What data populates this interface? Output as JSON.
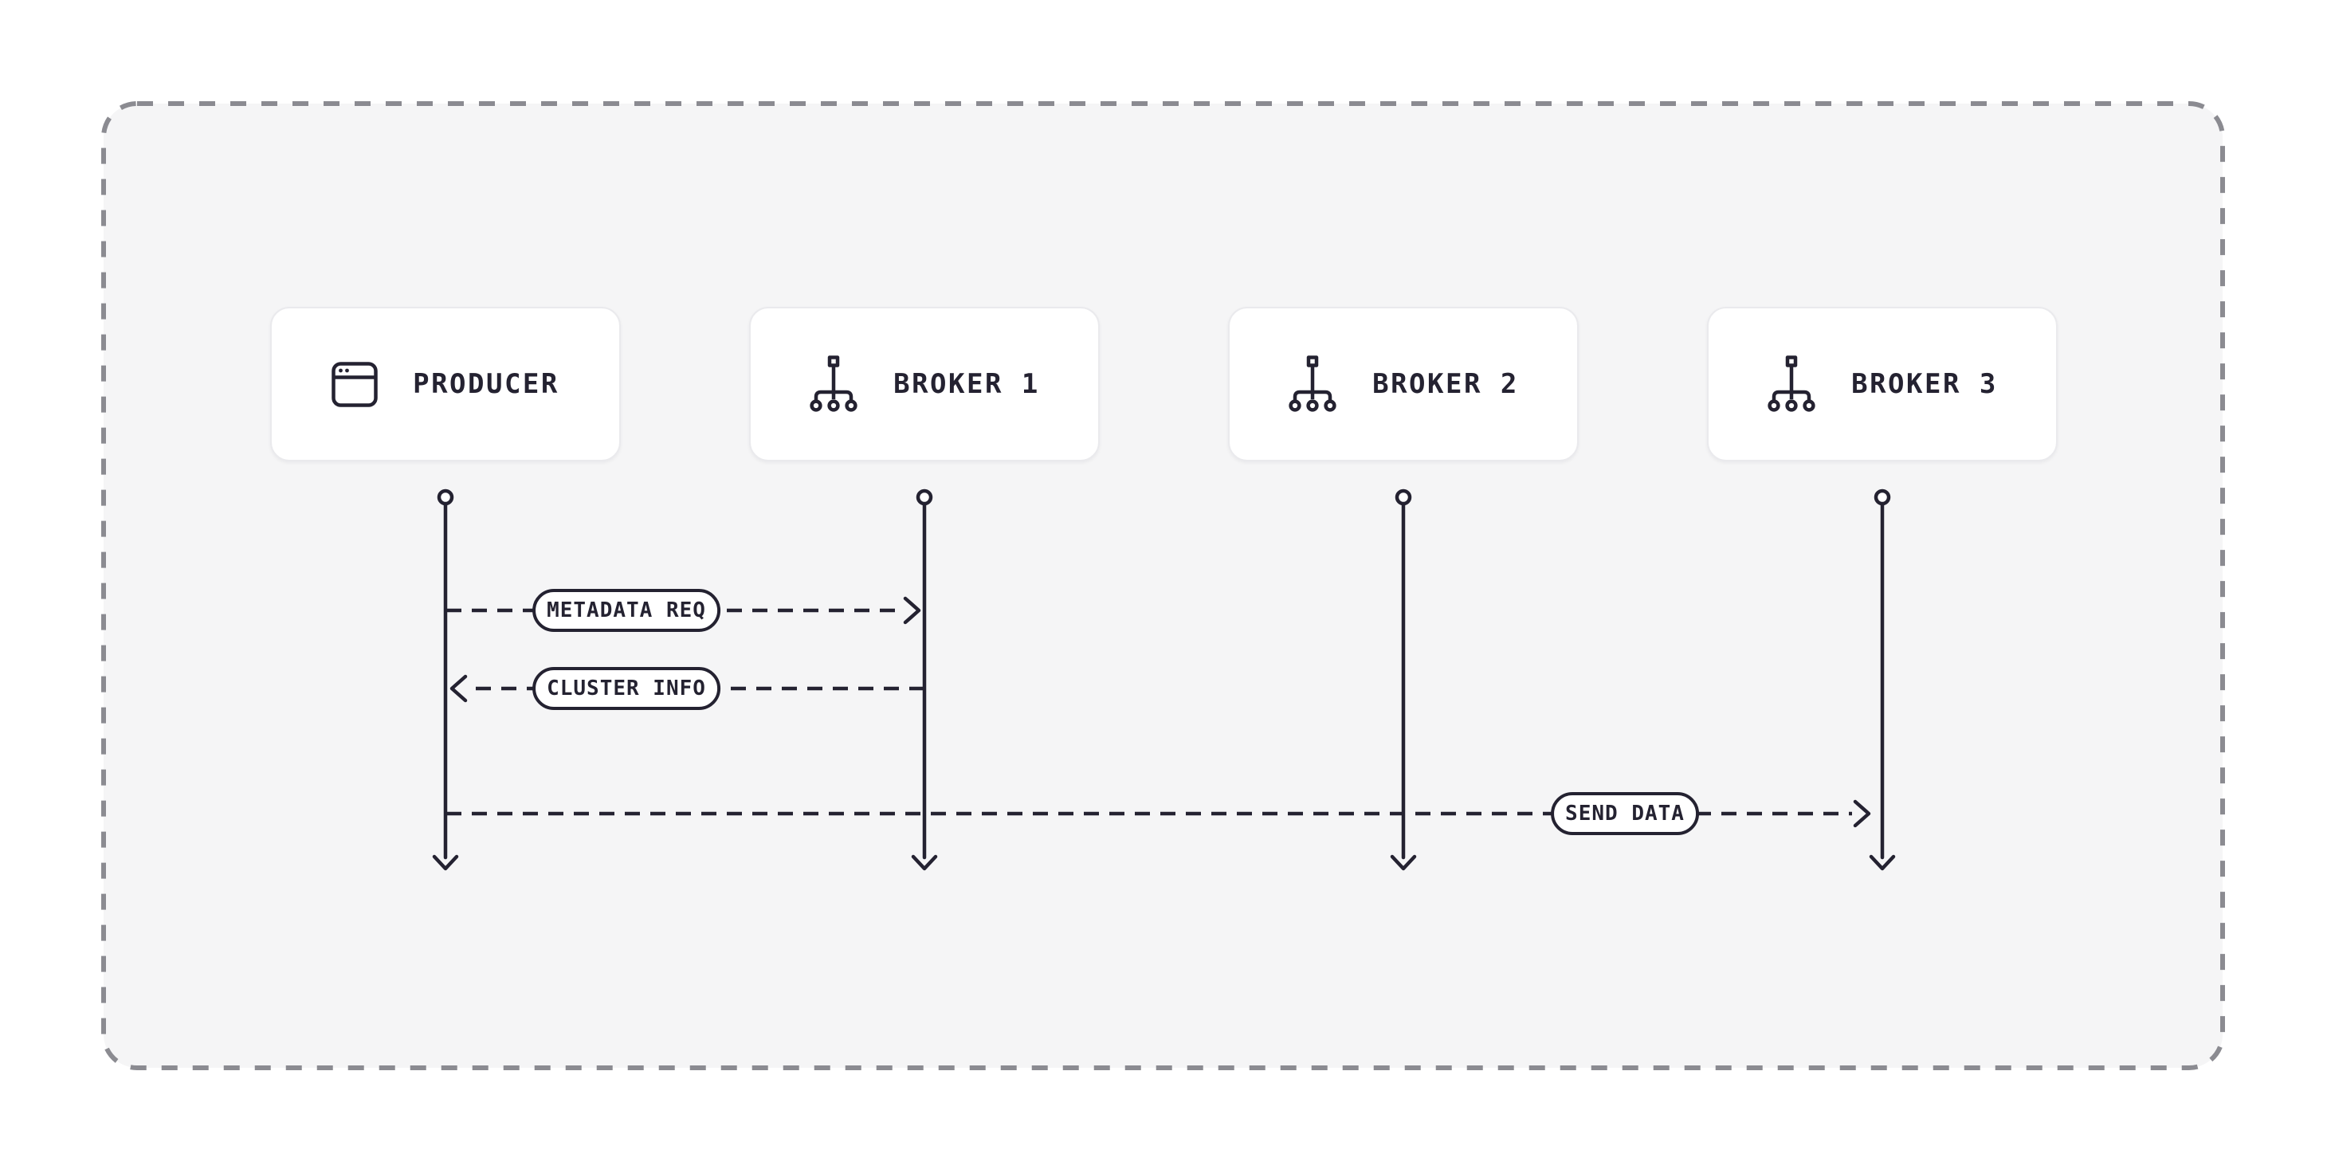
{
  "diagram": {
    "type": "sequence-diagram",
    "colors": {
      "ink": "#242231",
      "canvas": "#ffffff",
      "frame_fill": "#f5f5f6",
      "frame_border": "#8b8b91",
      "card_fill": "#ffffff",
      "card_border": "#eaeaed"
    },
    "actors": [
      {
        "id": "producer",
        "label": "PRODUCER",
        "icon": "browser-window-icon"
      },
      {
        "id": "broker-1",
        "label": "BROKER 1",
        "icon": "network-nodes-icon"
      },
      {
        "id": "broker-2",
        "label": "BROKER 2",
        "icon": "network-nodes-icon"
      },
      {
        "id": "broker-3",
        "label": "BROKER 3",
        "icon": "network-nodes-icon"
      }
    ],
    "messages": [
      {
        "label": "METADATA REQ",
        "from": "producer",
        "to": "broker-1",
        "direction": "right",
        "line_style": "dashed"
      },
      {
        "label": "CLUSTER INFO",
        "from": "broker-1",
        "to": "producer",
        "direction": "left",
        "line_style": "dashed"
      },
      {
        "label": "SEND DATA",
        "from": "producer",
        "to": "broker-3",
        "direction": "right",
        "line_style": "dashed"
      }
    ]
  }
}
